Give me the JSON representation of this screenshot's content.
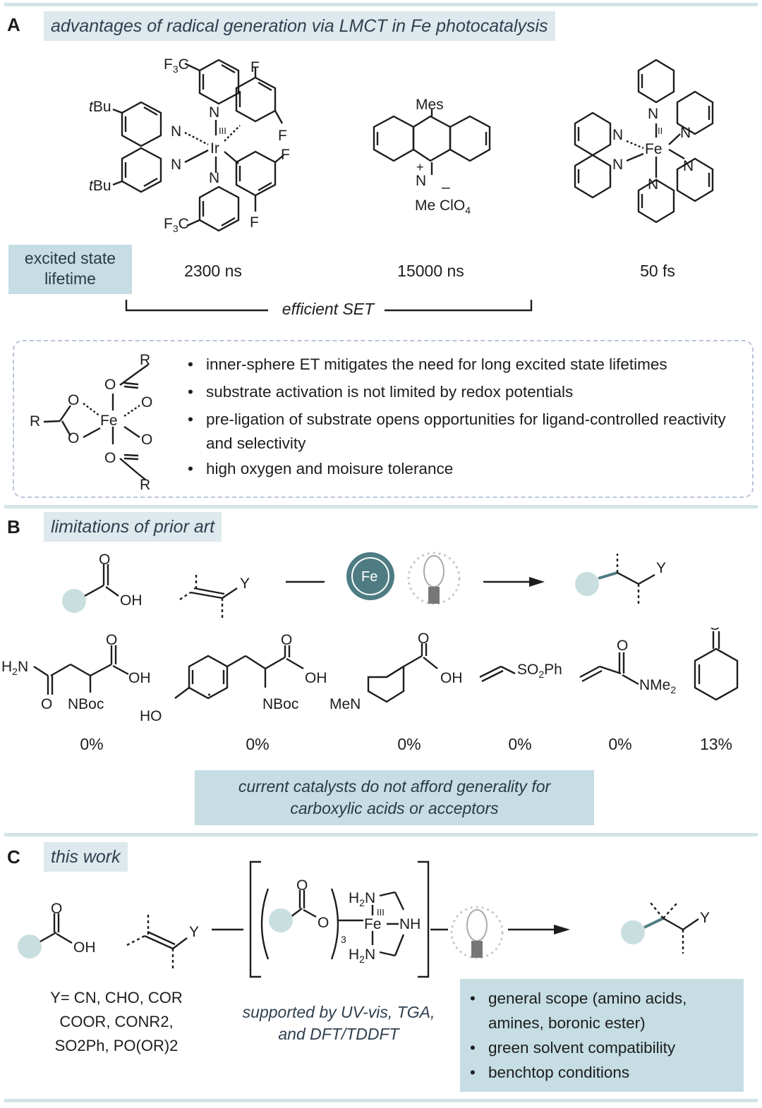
{
  "panel_a": {
    "letter": "A",
    "title": "advantages of radical generation via LMCT in Fe photocatalysis",
    "lifetime_label": "excited state lifetime",
    "lifetimes": [
      "2300 ns",
      "15000 ns",
      "50 fs"
    ],
    "bracket_label": "efficient SET",
    "bullets": [
      "inner-sphere ET mitigates the need for long excited state lifetimes",
      "substrate activation is not limited by redox potentials",
      "pre-ligation of substrate opens opportunities for ligand-controlled reactivity and selectivity",
      "high oxygen and moisure tolerance"
    ]
  },
  "panel_b": {
    "letter": "B",
    "title": "limitations of prior art",
    "yields": [
      "0%",
      "0%",
      "0%",
      "0%",
      "0%",
      "13%"
    ],
    "conclusion": "current catalysts do not afford generality for carboxylic acids or acceptors"
  },
  "panel_c": {
    "letter": "C",
    "title": "this work",
    "y_groups": [
      "Y= CN, CHO, COR",
      "COOR, CONR2,",
      "SO2Ph, PO(OR)2"
    ],
    "support_note": "supported by UV-vis, TGA, and DFT/TDDFT",
    "bullets": [
      "general scope (amino acids, amines, boronic ester)",
      "green solvent compatibility",
      "benchtop conditions"
    ]
  },
  "colors": {
    "accent_light": "#dde9ed",
    "accent_box": "#c5dde3",
    "fe_badge": "#4e7c82",
    "substrate_dot": "#c9dedf",
    "bond_accent": "#4e7c82"
  }
}
